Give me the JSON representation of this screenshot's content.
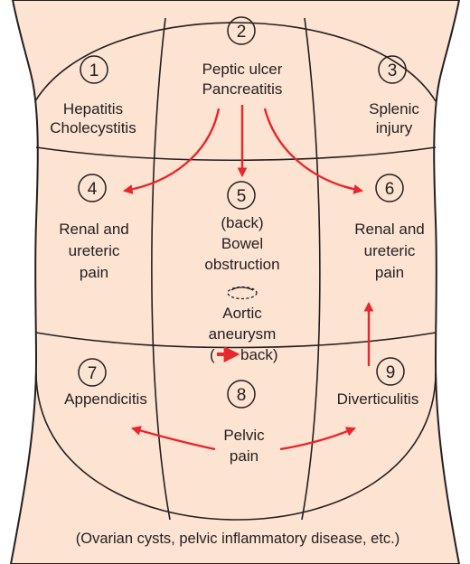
{
  "colors": {
    "skin": "#fde3d2",
    "outline": "#231f20",
    "arrow": "#e8262b",
    "background": "#ffffff"
  },
  "regions": [
    {
      "number": "1",
      "lines": [
        "Hepatitis",
        "Cholecystitis"
      ]
    },
    {
      "number": "2",
      "lines": [
        "Peptic ulcer",
        "Pancreatitis"
      ]
    },
    {
      "number": "3",
      "lines": [
        "Splenic",
        "injury"
      ]
    },
    {
      "number": "4",
      "lines": [
        "Renal and",
        "ureteric",
        "pain"
      ]
    },
    {
      "number": "5",
      "lines": [
        "(back)",
        "Bowel",
        "obstruction"
      ],
      "extra_lines": [
        "Aortic",
        "aneurysm"
      ],
      "back_open": "(",
      "back_close": "back)"
    },
    {
      "number": "6",
      "lines": [
        "Renal and",
        "ureteric",
        "pain"
      ]
    },
    {
      "number": "7",
      "lines": [
        "Appendicitis"
      ]
    },
    {
      "number": "8",
      "lines": [
        "Pelvic",
        "pain"
      ]
    },
    {
      "number": "9",
      "lines": [
        "Diverticulitis"
      ]
    }
  ],
  "footer": "(Ovarian cysts, pelvic inflammatory disease, etc.)",
  "icons": {
    "arrow": "red-arrow-icon",
    "navel": "navel-icon"
  }
}
